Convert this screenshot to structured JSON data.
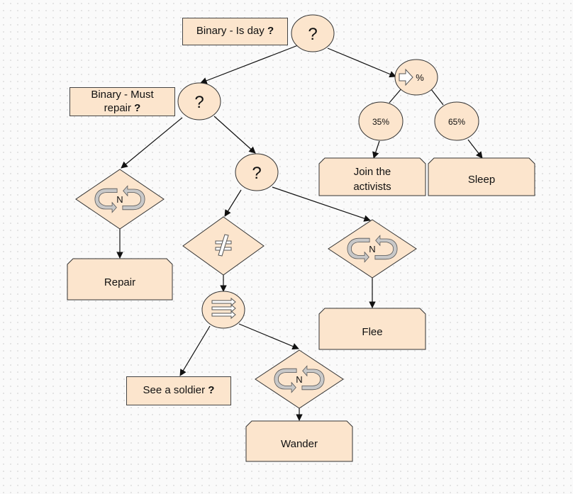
{
  "diagram": {
    "conditions": {
      "is_day": {
        "text": "Binary - Is day",
        "mark": "?"
      },
      "must_repair": {
        "line1": "Binary - Must",
        "line2": "repair",
        "mark": "?"
      },
      "see_soldier": {
        "text": "See a soldier",
        "mark": "?"
      }
    },
    "selector_mark": "?",
    "random_mark": "%",
    "probabilities": [
      "35%",
      "65%"
    ],
    "repeat_mark": "N",
    "actions": {
      "join_line1": "Join the",
      "join_line2": "activists",
      "sleep": "Sleep",
      "repair": "Repair",
      "flee": "Flee",
      "wander": "Wander"
    }
  }
}
